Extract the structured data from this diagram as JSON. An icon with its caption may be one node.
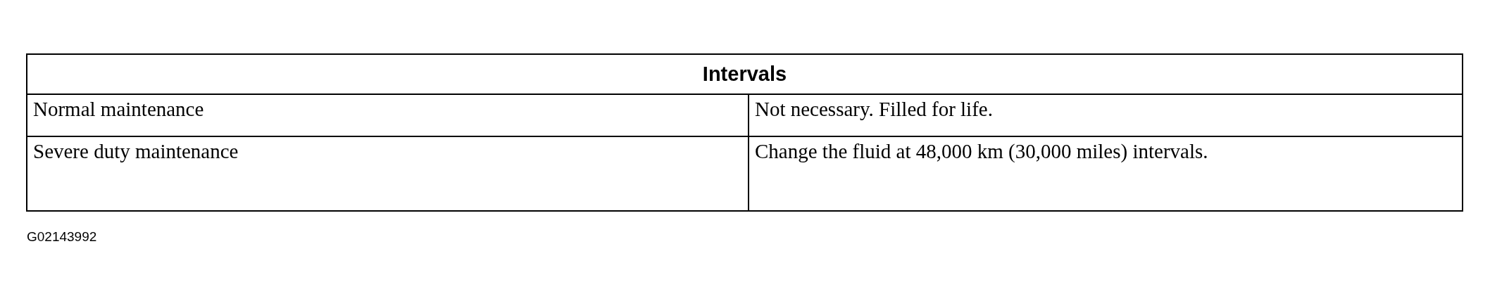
{
  "diagram": {
    "labels": [
      "Intervals",
      "Normal maintenance",
      "Not necessary. Filled for life.",
      "Severe duty maintenance",
      "Change the fluid at 48,000 km (30,000 miles) intervals.",
      "G02143992"
    ]
  }
}
